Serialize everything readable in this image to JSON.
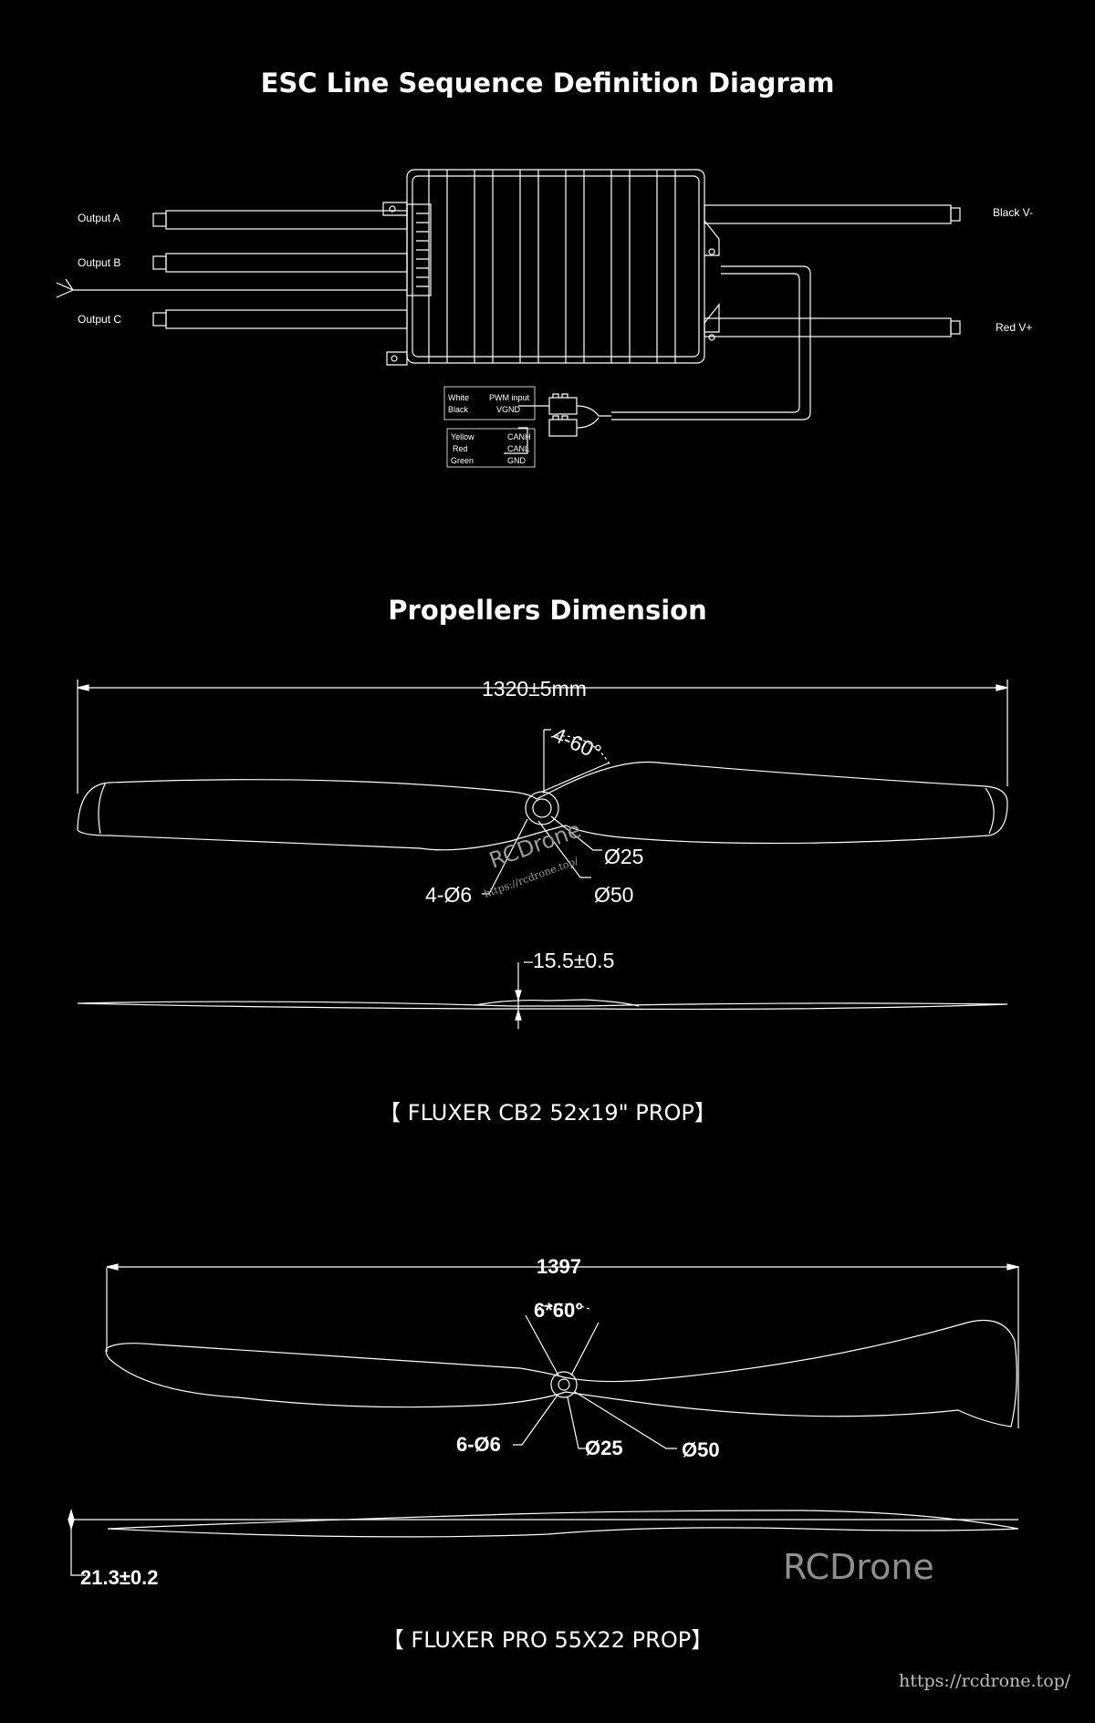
{
  "esc": {
    "title": "ESC Line Sequence Definition Diagram",
    "outputs": {
      "a": "Output  A",
      "b": "Output  B",
      "c": "Output  C"
    },
    "power": {
      "neg": "Black  V-",
      "pos": "Red  V+"
    },
    "pwm_connector": [
      {
        "color": "White",
        "signal": "PWM input"
      },
      {
        "color": "Black",
        "signal": "VGND"
      }
    ],
    "can_connector": [
      {
        "color": "Yellow",
        "signal": "CANH"
      },
      {
        "color": "Red",
        "signal": "CANL"
      },
      {
        "color": "Green",
        "signal": "GND"
      }
    ]
  },
  "propellers": {
    "title": "Propellers Dimension",
    "cb2": {
      "length": "1320±5mm",
      "angle": "4-60°",
      "hub_inner": "Ø25",
      "hub_outer": "Ø50",
      "holes": "4-Ø6",
      "thickness": "15.5±0.5",
      "caption": "【 FLUXER CB2 52x19\" PROP】",
      "watermark_brand": "RCDrone",
      "watermark_url": "https://rcdrone.top/"
    },
    "pro": {
      "length": "1397",
      "angle": "6*60°",
      "holes": "6-Ø6",
      "hub_inner": "Ø25",
      "hub_outer": "Ø50",
      "thickness": "21.3±0.2",
      "caption": "【 FLUXER PRO 55X22 PROP】"
    }
  },
  "footer": {
    "brand": "RCDrone",
    "url": "https://rcdrone.top/"
  },
  "colors": {
    "background": "#000000",
    "line": "#ffffff",
    "watermark": "#9a9a9a"
  }
}
